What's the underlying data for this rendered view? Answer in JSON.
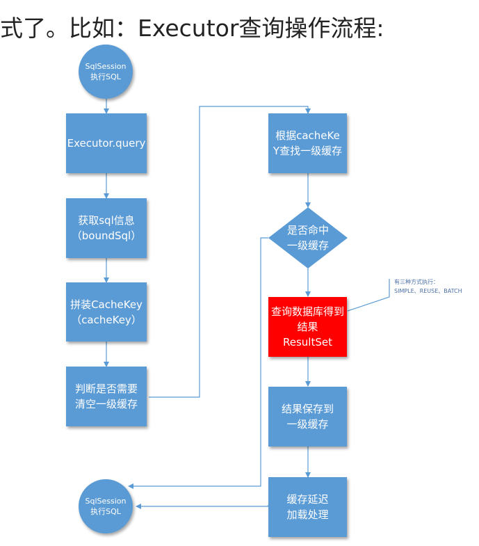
{
  "heading": "式了。比如：Executor查询操作流程:",
  "nodes": {
    "start": "SqlSession\n执行SQL",
    "query": "Executor.query",
    "get_sql": "获取sql信息\n（boundSql）",
    "build_key": "拼装CacheKey\n（cacheKey）",
    "check_clear": "判断是否需要\n清空一级缓存",
    "lookup": "根据cacheKe\nY查找一级缓存",
    "hit": "是否命中\n一级缓存",
    "query_db": "查询数据库得到\n结果\nResultSet",
    "save": "结果保存到\n一级缓存",
    "lazy_load": "缓存延迟\n加载处理",
    "end": "SqlSession\n执行SQL"
  },
  "note": "有三种方式执行：\nSIMPLE、REUSE、BATCH",
  "colors": {
    "node": "#5b9bd5",
    "highlight": "#ff0000"
  }
}
